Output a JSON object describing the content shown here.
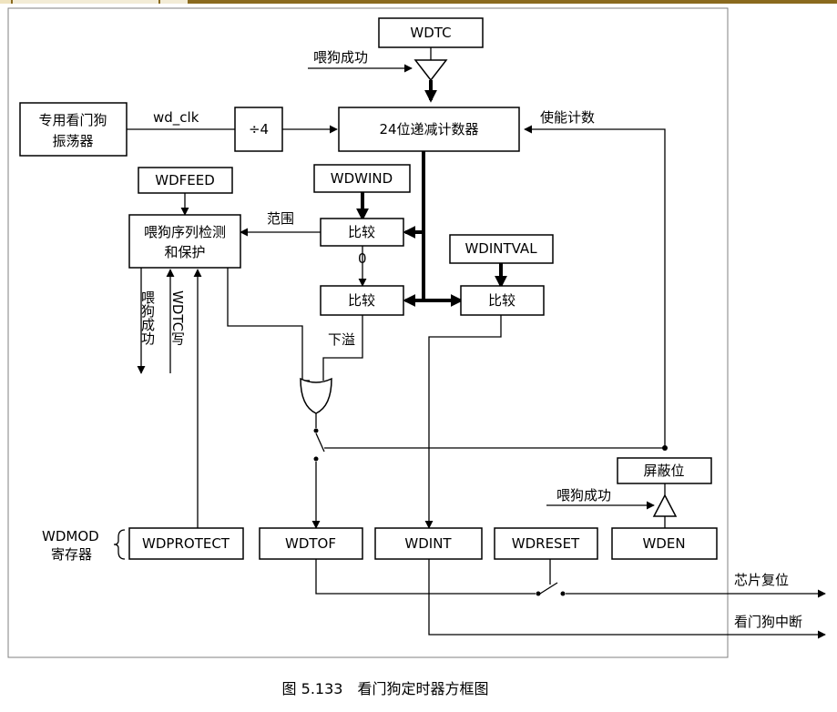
{
  "blocks": {
    "wdtc": "WDTC",
    "counter": "24位递减计数器",
    "oscillator_line1": "专用看门狗",
    "oscillator_line2": "振荡器",
    "divider": "÷4",
    "wdfeed": "WDFEED",
    "feed_check_line1": "喂狗序列检测",
    "feed_check_line2": "和保护",
    "wdwind": "WDWIND",
    "compare_window": "比较",
    "compare_zero": "比较",
    "compare_int": "比较",
    "wdintval": "WDINTVAL",
    "mask_bit": "屏蔽位",
    "wdprotect": "WDPROTECT",
    "wdtof": "WDTOF",
    "wdint": "WDINT",
    "wdreset": "WDRESET",
    "wden": "WDEN"
  },
  "labels": {
    "feed_success_top": "喂狗成功",
    "wd_clk": "wd_clk",
    "count_enable": "使能计数",
    "range": "范围",
    "zero": "0",
    "underflow": "下溢",
    "feed_success_vertical": "喂狗成功",
    "wdtc_write": "WDTC写",
    "feed_success_mask": "喂狗成功",
    "wdmod_line1": "WDMOD",
    "wdmod_line2": "寄存器",
    "chip_reset": "芯片复位",
    "watchdog_interrupt": "看门狗中断"
  },
  "caption": "图 5.133　看门狗定时器方框图"
}
